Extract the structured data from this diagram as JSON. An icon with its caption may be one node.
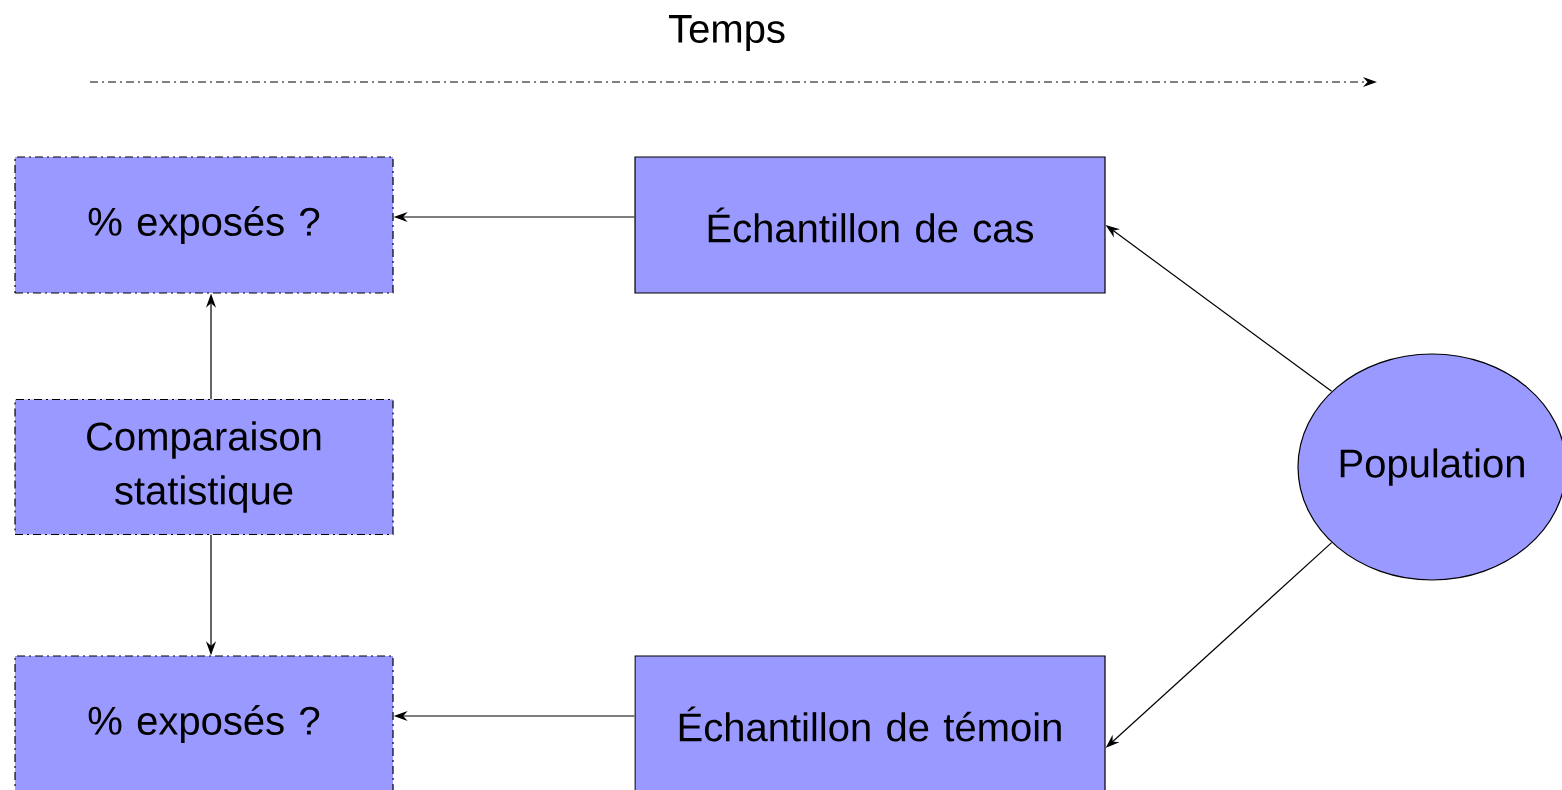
{
  "diagram": {
    "nodes": [
      {
        "text": [
          "% exposés ?"
        ]
      },
      {
        "text": [
          "Échantillon de cas"
        ]
      },
      {
        "text": [
          "Comparaison statistique"
        ]
      },
      {
        "text": [
          "Population"
        ]
      },
      {
        "text": [
          "% exposés ?"
        ]
      },
      {
        "text": [
          "Échantillon de témoin"
        ]
      }
    ],
    "edges": [
      {
        "from": 1,
        "to": 0,
        "arrow": "to"
      },
      {
        "from": 2,
        "to": 0,
        "arrow": "to"
      },
      {
        "from": 2,
        "to": 4,
        "arrow": "to"
      },
      {
        "from": 3,
        "to": 1,
        "arrow": "to"
      },
      {
        "from": 3,
        "to": 5,
        "arrow": "to"
      },
      {
        "from": 5,
        "to": 4,
        "arrow": "to"
      }
    ],
    "labels": [
      "Temps"
    ]
  }
}
